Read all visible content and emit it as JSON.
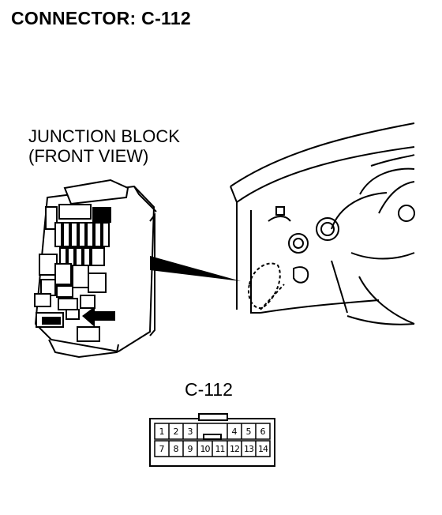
{
  "title": "CONNECTOR: C-112",
  "junction_block_label": {
    "line1": "JUNCTION BLOCK",
    "line2": "(FRONT VIEW)"
  },
  "connector": {
    "name": "C-112",
    "pins_top": [
      "1",
      "2",
      "3",
      "4",
      "5",
      "6"
    ],
    "pins_bottom": [
      "7",
      "8",
      "9",
      "10",
      "11",
      "12",
      "13",
      "14"
    ]
  },
  "icons": {
    "junction_block": "junction-block-drawing",
    "dashboard": "dashboard-drawing",
    "arrow": "pointer-arrow"
  }
}
